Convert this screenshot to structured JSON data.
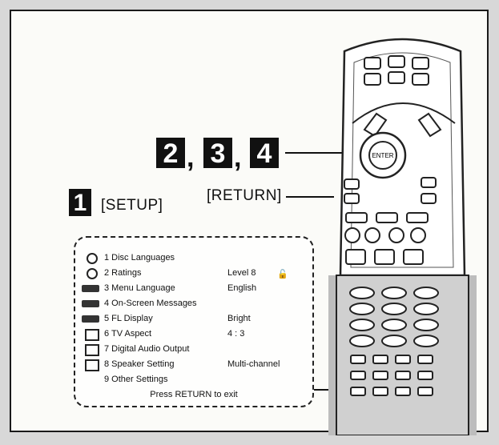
{
  "steps": {
    "s2": "2",
    "s3": "3",
    "s4": "4",
    "s1": "1",
    "comma": ","
  },
  "callouts": {
    "setup": "[SETUP]",
    "return": "[RETURN]"
  },
  "remote": {
    "enter_label": "ENTER"
  },
  "menu": {
    "items": [
      {
        "label": "1 Disc Languages",
        "value": "",
        "icon": "disc-icon"
      },
      {
        "label": "2 Ratings",
        "value": "Level  8",
        "icon": "disc-icon",
        "lock": true
      },
      {
        "label": "3 Menu Language",
        "value": "English",
        "icon": "bar-icon"
      },
      {
        "label": "4 On-Screen Messages",
        "value": "",
        "icon": "bar-icon"
      },
      {
        "label": "5 FL Display",
        "value": "Bright",
        "icon": "bar-icon"
      },
      {
        "label": "6 TV Aspect",
        "value": "4 : 3",
        "icon": "tv-icon"
      },
      {
        "label": "7 Digital Audio Output",
        "value": "",
        "icon": "tv-icon"
      },
      {
        "label": "8 Speaker Setting",
        "value": "Multi-channel",
        "icon": "tv-icon"
      },
      {
        "label": "9 Other Settings",
        "value": "",
        "icon": ""
      }
    ],
    "footer": "Press RETURN to exit"
  }
}
